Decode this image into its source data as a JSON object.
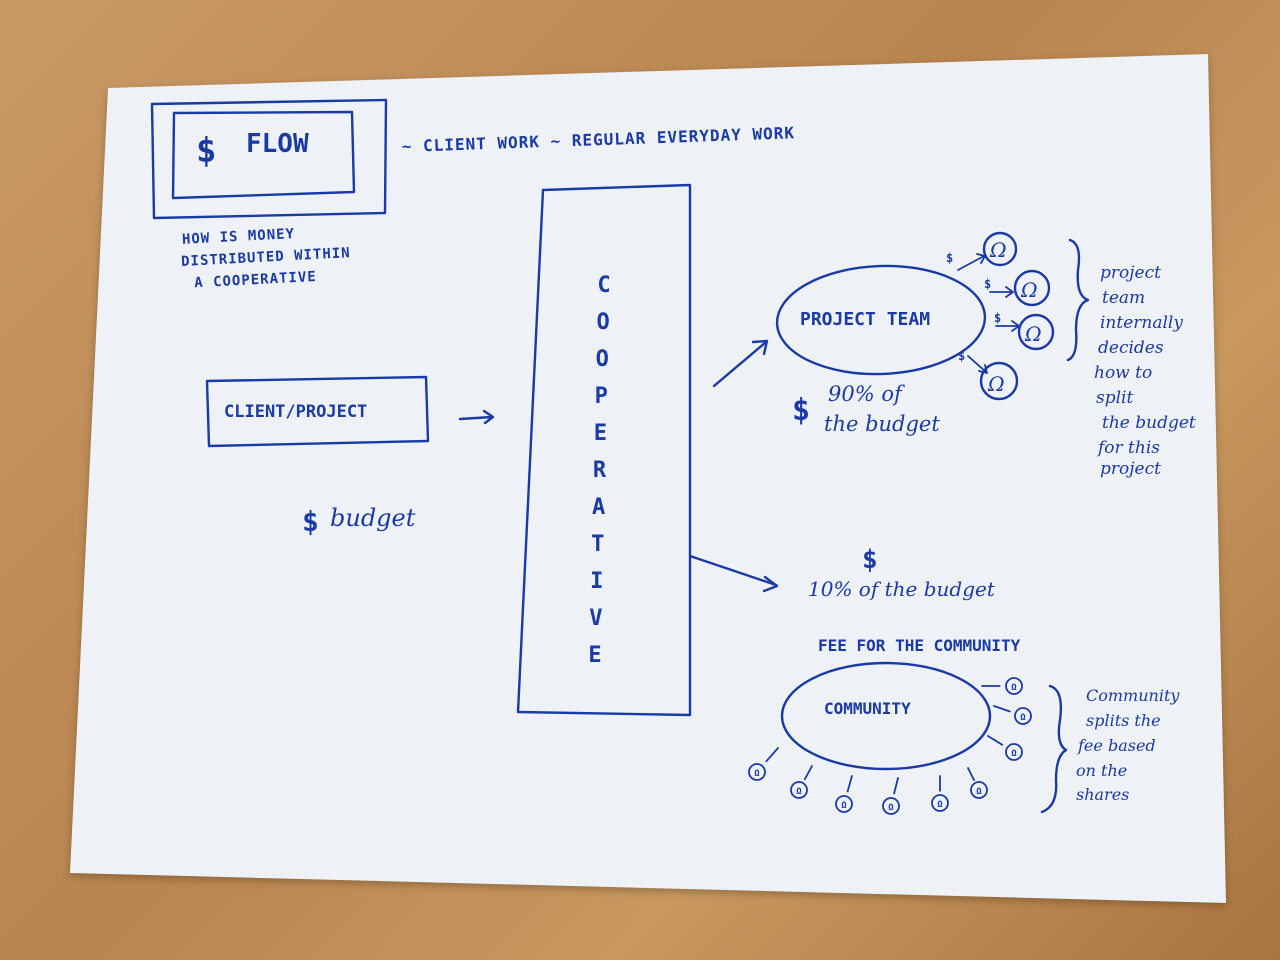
{
  "colors": {
    "ink": "#1a3aa6",
    "paper": "#eef1f6",
    "table": "#c08c55"
  },
  "title_box": {
    "dollar": "$",
    "title": "FLOW"
  },
  "header_text": "~ CLIENT WORK ~ REGULAR EVERYDAY WORK",
  "question": [
    "HOW IS MONEY",
    "DISTRIBUTED WITHIN",
    "A COOPERATIVE"
  ],
  "client_box": {
    "label": "CLIENT/PROJECT"
  },
  "budget": {
    "dollar": "$",
    "label": "budget"
  },
  "cooperative_letters": [
    "C",
    "O",
    "O",
    "P",
    "E",
    "R",
    "A",
    "T",
    "I",
    "V",
    "E"
  ],
  "project_team": {
    "label": "PROJECT TEAM",
    "dollar": "$",
    "share_lines": [
      "90% of",
      "the budget"
    ],
    "note_lines": [
      "project",
      "team",
      "internally",
      "decides",
      "how to",
      "split",
      "the budget",
      "for this",
      "project"
    ]
  },
  "community_share": {
    "dollar": "$",
    "text": "10% of the budget"
  },
  "fee_label": "FEE FOR THE COMMUNITY",
  "community": {
    "label": "COMMUNITY",
    "note_lines": [
      "Community",
      "splits the",
      "fee based",
      "on the",
      "shares"
    ]
  },
  "icons": {
    "member": "omega-member-icon",
    "small_dollar": "$"
  }
}
